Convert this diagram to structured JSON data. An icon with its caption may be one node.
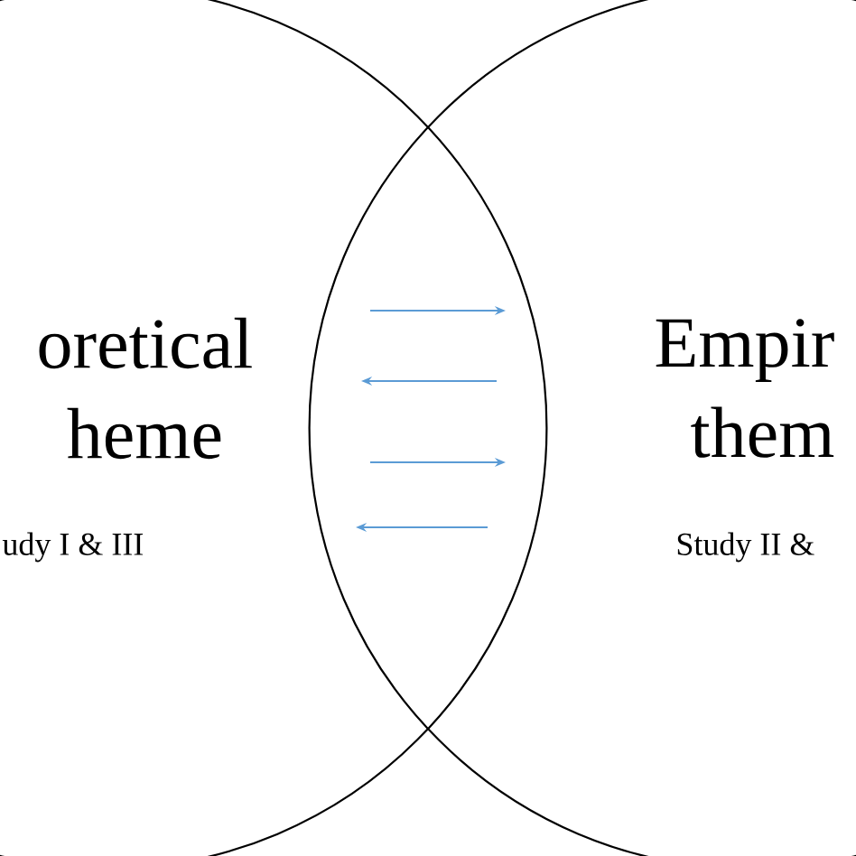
{
  "diagram": {
    "nodes": [
      {
        "text": [
          "oretical heme",
          "udy I & III"
        ]
      },
      {
        "text": [
          "Empir them",
          "Study II &"
        ]
      }
    ],
    "edges": [
      {
        "from": 0,
        "to": 1,
        "arrow": "to",
        "color": "#5b9bd5"
      },
      {
        "from": 1,
        "to": 0,
        "arrow": "to",
        "color": "#5b9bd5"
      },
      {
        "from": 0,
        "to": 1,
        "arrow": "to",
        "color": "#5b9bd5"
      },
      {
        "from": 1,
        "to": 0,
        "arrow": "to",
        "color": "#5b9bd5"
      }
    ]
  }
}
